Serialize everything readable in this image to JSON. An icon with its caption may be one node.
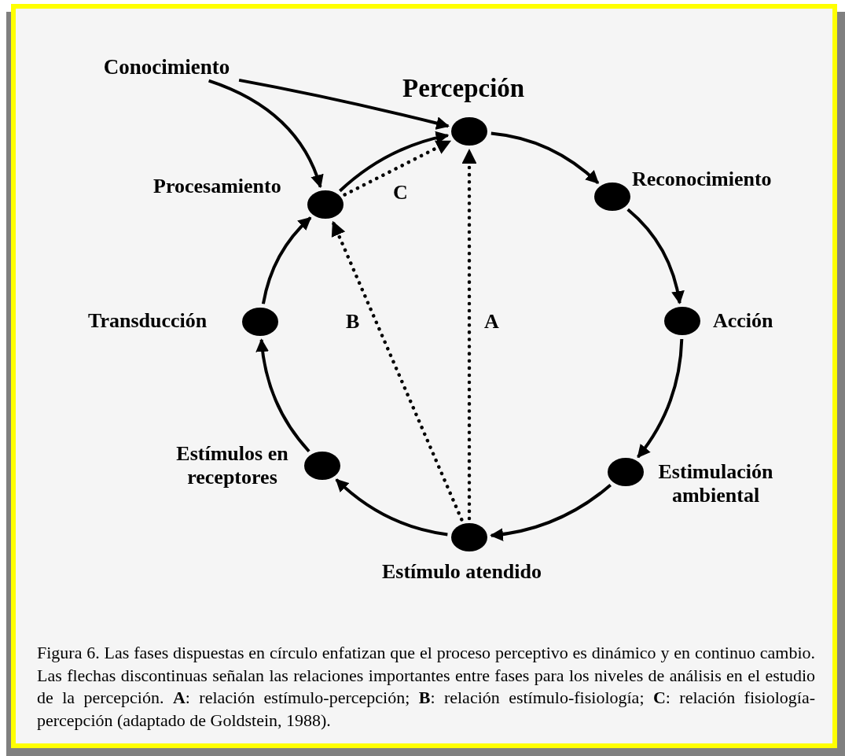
{
  "diagram": {
    "caption": "Figura 6. Las fases dispuestas en círculo enfatizan que el proceso perceptivo es dinámico y en continuo cambio. Las flechas discontinuas señalan las relaciones importantes entre fases para los niveles de análisis en el estudio de la percepción. **A**: relación estímulo-percepción; **B**: relación estímulo-fisiología; **C**: relación fisiología-percepción (adaptado de Goldstein, 1988).",
    "nodes": [
      {
        "text": [
          "Conocimiento"
        ]
      },
      {
        "text": [],
        "shape": "circle",
        "beside": [
          "Percepción"
        ]
      },
      {
        "text": [],
        "shape": "circle",
        "beside": [
          "Procesamiento"
        ]
      },
      {
        "text": [],
        "shape": "circle",
        "beside": [
          "Reconocimiento"
        ]
      },
      {
        "text": [],
        "shape": "circle",
        "beside": [
          "Transducción"
        ]
      },
      {
        "text": [],
        "shape": "circle",
        "beside": [
          "Acción"
        ]
      },
      {
        "text": [],
        "shape": "circle",
        "beside": [
          "Estímulos en receptores"
        ]
      },
      {
        "text": [],
        "shape": "circle",
        "beside": [
          "Estimulación ambiental"
        ]
      },
      {
        "text": [],
        "shape": "circle",
        "beside": [
          "Estímulo atendido"
        ]
      }
    ],
    "edges": [
      {
        "from": 0,
        "to": 1,
        "arrow": "to"
      },
      {
        "from": 0,
        "to": 2,
        "arrow": "to"
      },
      {
        "from": 2,
        "to": 1,
        "arrow": "to"
      },
      {
        "from": 1,
        "to": 3,
        "arrow": "to"
      },
      {
        "from": 3,
        "to": 5,
        "arrow": "to"
      },
      {
        "from": 5,
        "to": 7,
        "arrow": "to"
      },
      {
        "from": 7,
        "to": 8,
        "arrow": "to"
      },
      {
        "from": 8,
        "to": 6,
        "arrow": "to"
      },
      {
        "from": 6,
        "to": 4,
        "arrow": "to"
      },
      {
        "from": 4,
        "to": 2,
        "arrow": "to"
      },
      {
        "from": 2,
        "to": 1,
        "arrow": "to",
        "style": "dashed",
        "label": "C"
      },
      {
        "from": 8,
        "to": 2,
        "arrow": "to",
        "style": "dashed",
        "label": "B"
      },
      {
        "from": 8,
        "to": 1,
        "arrow": "to",
        "style": "dashed",
        "label": "A"
      }
    ]
  }
}
